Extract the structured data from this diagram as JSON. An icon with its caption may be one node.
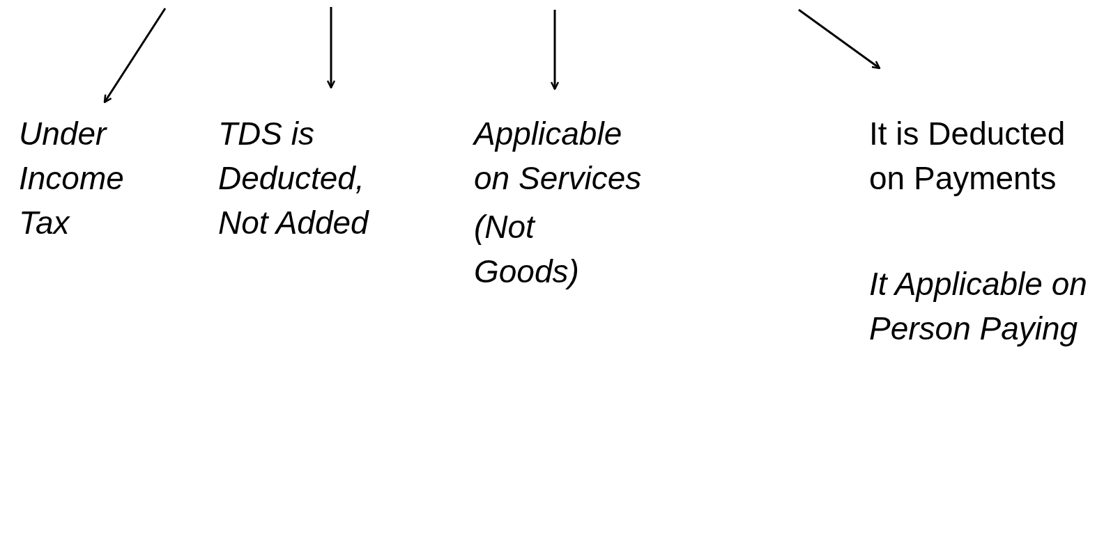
{
  "diagram": {
    "nodes": [
      {
        "text": [
          "Under Income Tax"
        ]
      },
      {
        "text": [
          "TDS is Deducted, Not Added"
        ]
      },
      {
        "text": [
          "Applicable on Services",
          "(Not Goods)"
        ]
      },
      {
        "text": [
          "It is Deducted on Payments",
          "It Applicable on Person Paying"
        ]
      }
    ],
    "edges": [
      {
        "from": null,
        "to": 0,
        "arrow": "to"
      },
      {
        "from": null,
        "to": 1,
        "arrow": "to"
      },
      {
        "from": null,
        "to": 2,
        "arrow": "to"
      },
      {
        "from": null,
        "to": 3,
        "arrow": "to"
      }
    ]
  }
}
